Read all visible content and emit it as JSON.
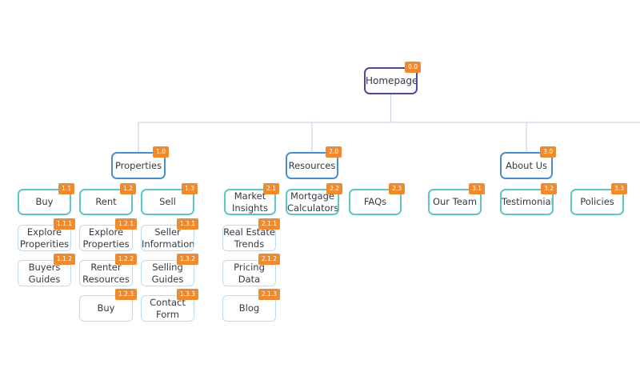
{
  "sitemap": {
    "colors": {
      "root": "#4a4aa0",
      "section": "#4a90d0",
      "page": "#5cc7c9",
      "subpage": "#bfdcef",
      "badge": "#ef8a2f",
      "connector": "#c6cde8"
    },
    "nodes": [
      {
        "id": "0.0",
        "label": "Homepage",
        "level": 0
      },
      {
        "id": "1.0",
        "label": "Properties",
        "level": 1,
        "parent": "0.0"
      },
      {
        "id": "2.0",
        "label": "Resources",
        "level": 1,
        "parent": "0.0"
      },
      {
        "id": "3.0",
        "label": "About Us",
        "level": 1,
        "parent": "0.0"
      },
      {
        "id": "1.1",
        "label": "Buy",
        "level": 2,
        "parent": "1.0"
      },
      {
        "id": "1.2",
        "label": "Rent",
        "level": 2,
        "parent": "1.0"
      },
      {
        "id": "1.3",
        "label": "Sell",
        "level": 2,
        "parent": "1.0"
      },
      {
        "id": "2.1",
        "label": "Market\nInsights",
        "level": 2,
        "parent": "2.0"
      },
      {
        "id": "2.2",
        "label": "Mortgage\nCalculators",
        "level": 2,
        "parent": "2.0"
      },
      {
        "id": "2.3",
        "label": "FAQs",
        "level": 2,
        "parent": "2.0"
      },
      {
        "id": "3.1",
        "label": "Our Team",
        "level": 2,
        "parent": "3.0"
      },
      {
        "id": "3.2",
        "label": "Testimonials",
        "level": 2,
        "parent": "3.0"
      },
      {
        "id": "3.3",
        "label": "Policies",
        "level": 2,
        "parent": "3.0"
      },
      {
        "id": "1.1.1",
        "label": "Explore\nProperities",
        "level": 3,
        "parent": "1.1"
      },
      {
        "id": "1.1.2",
        "label": "Buyers\nGuides",
        "level": 3,
        "parent": "1.1"
      },
      {
        "id": "1.2.1",
        "label": "Explore\nProperties",
        "level": 3,
        "parent": "1.2"
      },
      {
        "id": "1.2.2",
        "label": "Renter\nResources",
        "level": 3,
        "parent": "1.2"
      },
      {
        "id": "1.2.3",
        "label": "Buy",
        "level": 3,
        "parent": "1.2"
      },
      {
        "id": "1.3.1",
        "label": "Seller\nInformation",
        "level": 3,
        "parent": "1.3"
      },
      {
        "id": "1.3.2",
        "label": "Selling\nGuides",
        "level": 3,
        "parent": "1.3"
      },
      {
        "id": "1.3.3",
        "label": "Contact\nForm",
        "level": 3,
        "parent": "1.3"
      },
      {
        "id": "2.1.1",
        "label": "Real Estate\nTrends",
        "level": 3,
        "parent": "2.1"
      },
      {
        "id": "2.1.2",
        "label": "Pricing\nData",
        "level": 3,
        "parent": "2.1"
      },
      {
        "id": "2.1.3",
        "label": "Blog",
        "level": 3,
        "parent": "2.1"
      }
    ]
  }
}
